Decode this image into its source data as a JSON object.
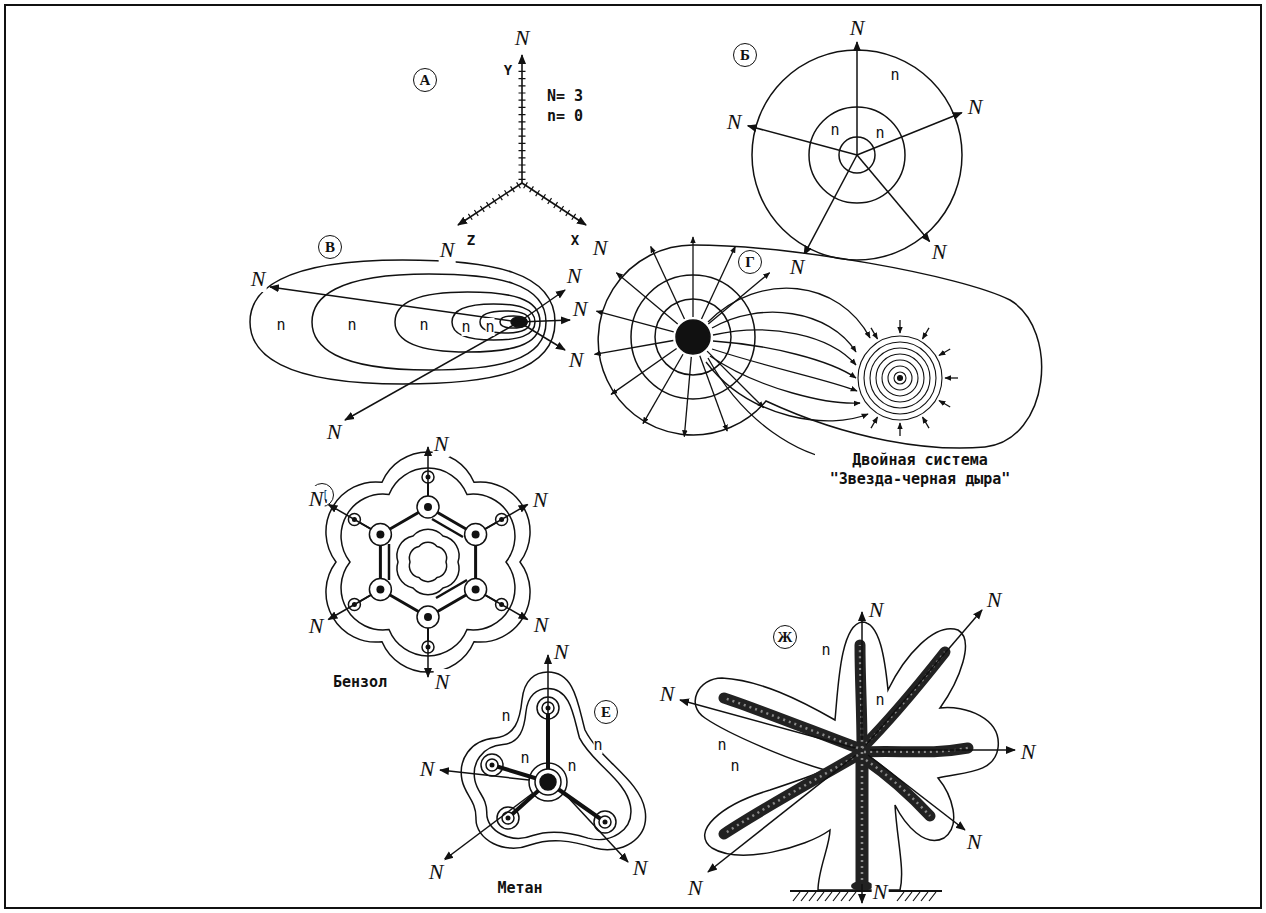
{
  "diagram": {
    "labels": [
      "А",
      "Y",
      "N",
      "N= 3",
      "n= 0",
      "Z",
      "N",
      "X",
      "N",
      "Б",
      "N",
      "N",
      "N",
      "N",
      "N",
      "n",
      "n",
      "n",
      "В",
      "N",
      "N",
      "N",
      "N",
      "N",
      "n",
      "n",
      "n",
      "n",
      "n",
      "Г",
      "Двойная система \"Звезда-черная дыра\"",
      "Д",
      "N",
      "N",
      "N",
      "N",
      "N",
      "N",
      "Бензол",
      "Е",
      "N",
      "N",
      "N",
      "N",
      "Метан",
      "n",
      "n",
      "n",
      "n",
      "Ж",
      "N",
      "N",
      "N",
      "N",
      "N",
      "N",
      "N",
      "n",
      "n",
      "n",
      "n"
    ]
  }
}
